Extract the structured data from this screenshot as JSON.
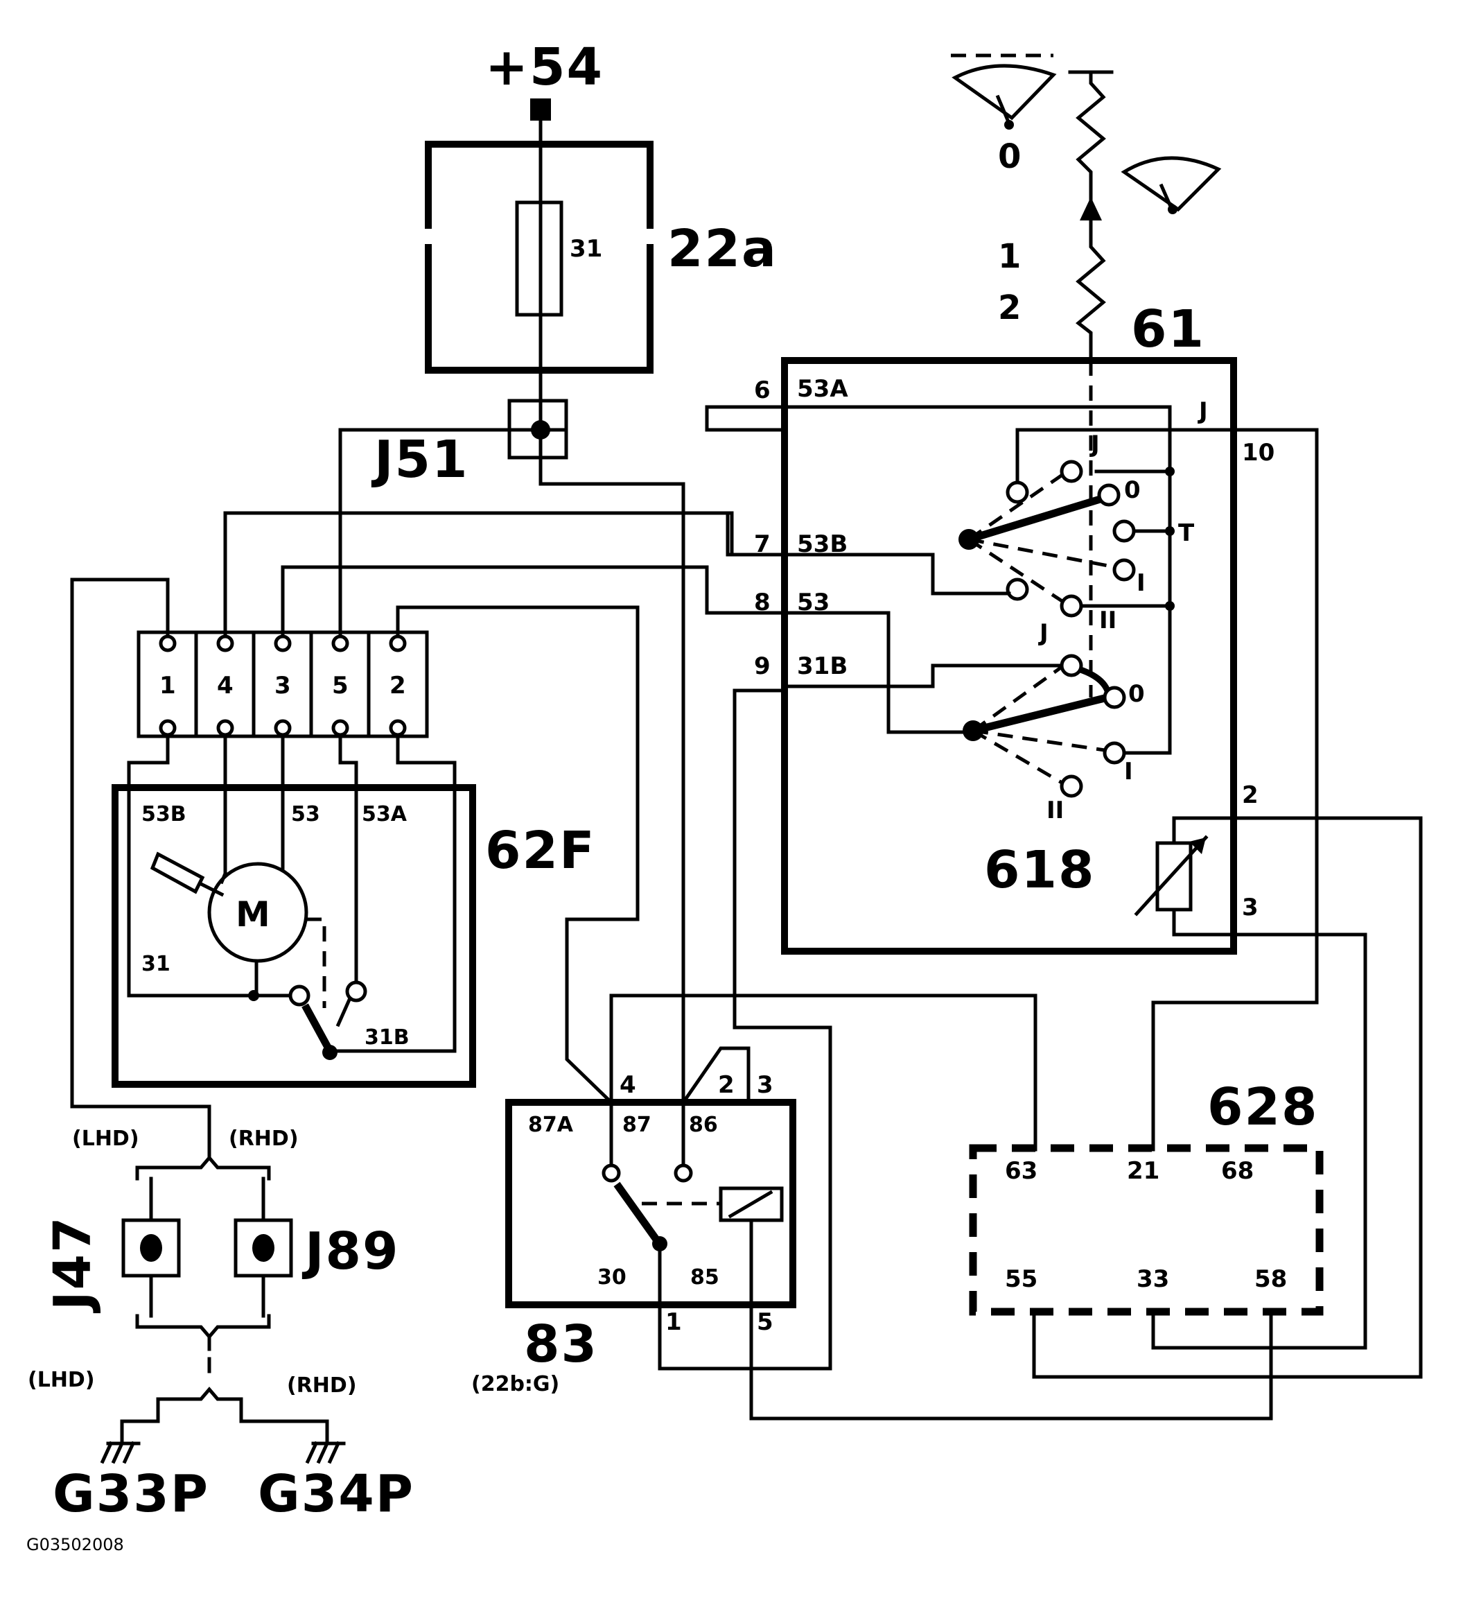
{
  "figure_id": "G03502008",
  "supply": {
    "label": "+54"
  },
  "fuse_unit": {
    "ref": "22a",
    "fuse": "31"
  },
  "connector_j51": {
    "ref": "J51"
  },
  "switch_61": {
    "ref": "61",
    "pins": [
      "6",
      "7",
      "8",
      "9",
      "10",
      "2",
      "3"
    ],
    "wires": [
      "53A",
      "53B",
      "53",
      "31B"
    ],
    "contact_labels": [
      "J",
      "J",
      "0",
      "T",
      "I",
      "II",
      "J",
      "0",
      "I",
      "II"
    ],
    "dial_positions": [
      "0",
      "1",
      "2"
    ],
    "rheostat": "618"
  },
  "motor_62f": {
    "ref": "62F",
    "connector_pins": [
      "1",
      "4",
      "3",
      "5",
      "2"
    ],
    "terminals": [
      "53B",
      "53",
      "53A",
      "31",
      "31B"
    ],
    "motor_symbol": "M"
  },
  "relay_83": {
    "ref": "83",
    "ref_note": "(22b:G)",
    "top_pins": [
      "4",
      "2",
      "3"
    ],
    "bottom_pins": [
      "1",
      "5"
    ],
    "terminals": [
      "87A",
      "87",
      "86",
      "30",
      "85"
    ]
  },
  "module_628": {
    "ref": "628",
    "top_terminals": [
      "63",
      "21",
      "68"
    ],
    "bottom_terminals": [
      "55",
      "33",
      "58"
    ]
  },
  "ground_selection": {
    "lhd": "(LHD)",
    "rhd": "(RHD)",
    "connectors": [
      "J47",
      "J89"
    ],
    "grounds": [
      "G33P",
      "G34P"
    ]
  }
}
